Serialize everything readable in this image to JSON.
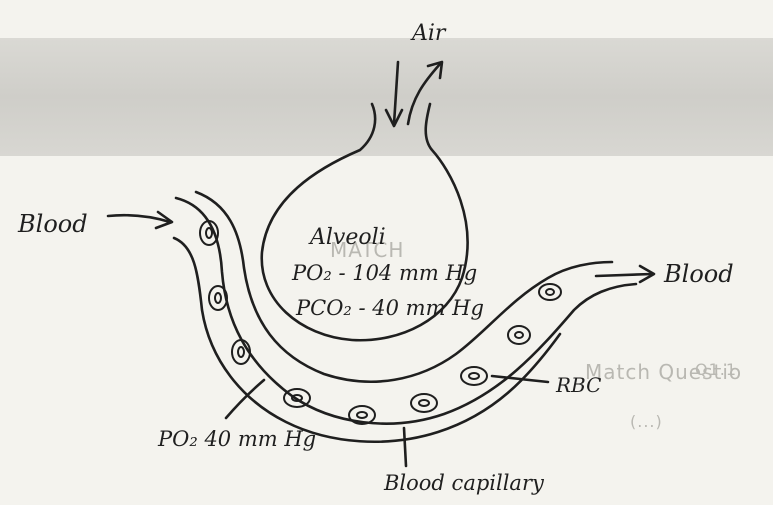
{
  "labels": {
    "air": "Air",
    "blood_in": "Blood",
    "blood_out": "Blood",
    "alveoli": "Alveoli",
    "po2_alveoli": "PO₂ - 104 mm Hg",
    "pco2_alveoli": "PCO₂ - 40 mm Hg",
    "rbc": "RBC",
    "po2_capillary": "PO₂ 40 mm Hg",
    "blood_capillary": "Blood capillary"
  },
  "background_text": {
    "upper_line": "",
    "middle_line": "MATCH",
    "lower_line": "Match Questio",
    "lower_line_2": "(...)",
    "side_mark": "Q1.1"
  },
  "colors": {
    "ink": "#1f1f1f",
    "paper": "#f4f3ee",
    "band": "#d3d2cd"
  }
}
